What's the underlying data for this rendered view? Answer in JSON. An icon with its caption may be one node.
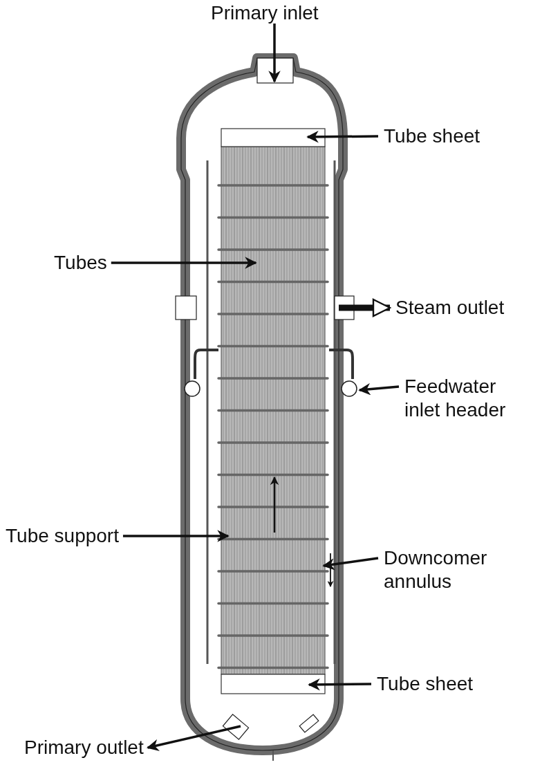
{
  "diagram": {
    "nodes": [
      {
        "text": [
          "Primary inlet"
        ]
      },
      {
        "text": [
          "Tube sheet"
        ]
      },
      {
        "text": [
          "Tubes"
        ]
      },
      {
        "text": [
          "Steam outlet"
        ]
      },
      {
        "text": [
          "Feedwater inlet header"
        ]
      },
      {
        "text": [
          "Tube support"
        ]
      },
      {
        "text": [
          "Downcomer annulus"
        ]
      },
      {
        "text": [
          "Tube sheet"
        ]
      },
      {
        "text": [
          "Primary outlet"
        ]
      }
    ],
    "edges": [
      {
        "from": 0,
        "to": null,
        "arrow": "to"
      },
      {
        "from": 1,
        "to": null,
        "arrow": "to"
      },
      {
        "from": 2,
        "to": null,
        "arrow": "to"
      },
      {
        "from": null,
        "to": 3,
        "arrow": "to",
        "style": "thick"
      },
      {
        "from": 4,
        "to": null,
        "arrow": "to"
      },
      {
        "from": 5,
        "to": null,
        "arrow": "to"
      },
      {
        "from": 6,
        "to": null,
        "arrow": "to"
      },
      {
        "from": 7,
        "to": null,
        "arrow": "to"
      },
      {
        "from": null,
        "to": 8,
        "arrow": "to"
      }
    ]
  }
}
